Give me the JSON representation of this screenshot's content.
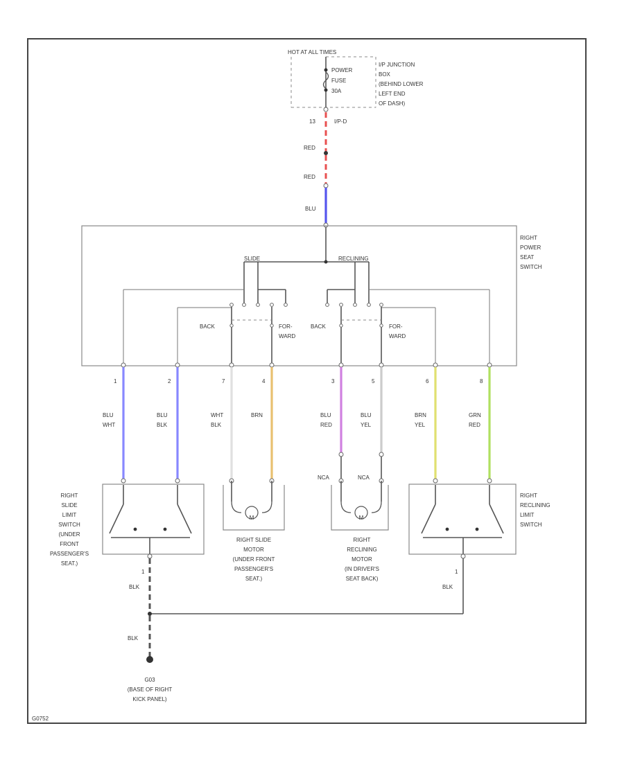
{
  "fuse_header": "HOT AT ALL TIMES",
  "fuse_label": [
    "POWER",
    "FUSE",
    "30A"
  ],
  "junction_box": [
    "I/P JUNCTION",
    "BOX",
    "(BEHIND LOWER",
    "LEFT END",
    "OF DASH)"
  ],
  "connector_top": {
    "pin": "13",
    "name": "I/P-D"
  },
  "wire_top": [
    {
      "label": "RED",
      "color": "#e85050"
    },
    {
      "label": "RED",
      "color": "#e85050"
    },
    {
      "label": "BLU",
      "color": "#5555ee"
    }
  ],
  "switch_box_label": [
    "RIGHT",
    "POWER",
    "SEAT",
    "SWITCH"
  ],
  "switch_sections": [
    "SLIDE",
    "RECLINING"
  ],
  "switch_positions": {
    "back": "BACK",
    "forward": [
      "FOR-",
      "WARD"
    ]
  },
  "harness_wires": [
    {
      "pin": "1",
      "label": [
        "BLU",
        "WHT"
      ],
      "color": "#8888ff"
    },
    {
      "pin": "2",
      "label": [
        "BLU",
        "BLK"
      ],
      "color": "#8888ff"
    },
    {
      "pin": "7",
      "label": [
        "WHT",
        "BLK"
      ],
      "color": "#e0e0e0"
    },
    {
      "pin": "4",
      "label": [
        "BRN",
        ""
      ],
      "color": "#e8c070"
    },
    {
      "pin": "3",
      "label": [
        "BLU",
        "RED"
      ],
      "color": "#d080e0"
    },
    {
      "pin": "5",
      "label": [
        "BLU",
        "YEL"
      ],
      "color": "#cccccc"
    },
    {
      "pin": "6",
      "label": [
        "BRN",
        "YEL"
      ],
      "color": "#e0e070"
    },
    {
      "pin": "8",
      "label": [
        "GRN",
        "RED"
      ],
      "color": "#b0e060"
    }
  ],
  "nca_labels": [
    "NCA",
    "NCA"
  ],
  "components": {
    "slide_limit": [
      "RIGHT",
      "SLIDE",
      "LIMIT",
      "SWITCH",
      "(UNDER",
      "FRONT",
      "PASSENGER'S",
      "SEAT.)"
    ],
    "slide_motor": [
      "RIGHT  SLIDE",
      "MOTOR",
      "(UNDER FRONT",
      "PASSENGER'S",
      "SEAT.)"
    ],
    "reclining_motor": [
      "RIGHT",
      "RECLINING",
      "MOTOR",
      "(IN DRIVER'S",
      "SEAT BACK)"
    ],
    "reclining_limit": [
      "RIGHT",
      "RECLINING",
      "LIMIT",
      "SWITCH"
    ],
    "motor_symbol": "M"
  },
  "ground": {
    "pin_left": "1",
    "pin_right": "1",
    "wire_left": "BLK",
    "wire_right": "BLK",
    "wire_lower": "BLK",
    "name": "G03",
    "location": [
      "(BASE OF RIGHT",
      "KICK PANEL)"
    ]
  },
  "footer_code": "G0752"
}
